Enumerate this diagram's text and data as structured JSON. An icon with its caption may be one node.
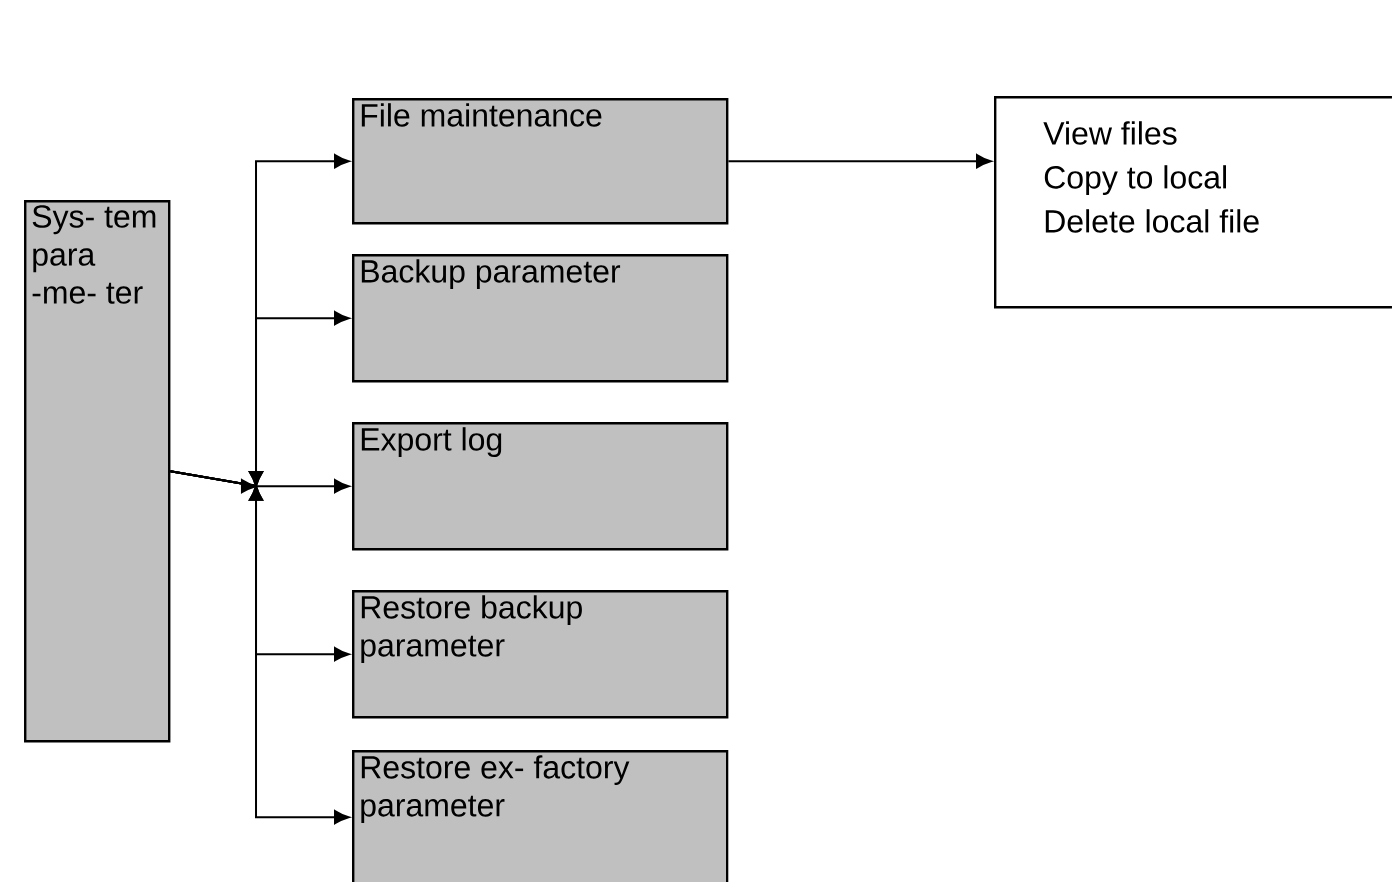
{
  "diagram": {
    "nodes": [
      {
        "text": [
          "Sys- tem para -me- ter"
        ]
      },
      {
        "text": [
          "File maintenance"
        ]
      },
      {
        "text": [
          "Backup parameter"
        ]
      },
      {
        "text": [
          "Export log"
        ]
      },
      {
        "text": [
          "Restore backup parameter"
        ]
      },
      {
        "text": [
          "Restore ex- factory parameter"
        ]
      },
      {
        "text": [
          "View files",
          "Copy to local",
          "Delete local file"
        ]
      }
    ],
    "edges": [
      {
        "from": 0,
        "to": 1,
        "arrow": "to"
      },
      {
        "from": 0,
        "to": 2,
        "arrow": "to"
      },
      {
        "from": 0,
        "to": 3,
        "arrow": "to"
      },
      {
        "from": 0,
        "to": 4,
        "arrow": "to"
      },
      {
        "from": 0,
        "to": 5,
        "arrow": "to"
      },
      {
        "from": 1,
        "to": 6,
        "arrow": "to"
      }
    ]
  }
}
